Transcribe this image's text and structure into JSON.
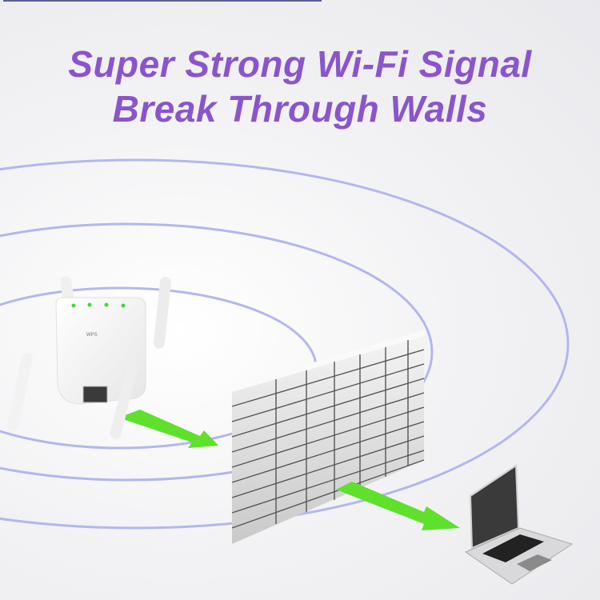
{
  "headline": {
    "line1": "Super Strong Wi-Fi Signal",
    "line2": "Break Through Walls",
    "color": "#8a55cc"
  },
  "scene": {
    "router": {
      "label": "Wi-Fi extender with 4 antennas",
      "led_count": 4,
      "led_color": "#3ddc3d",
      "badge": "WPS"
    },
    "wall": {
      "label": "brick wall"
    },
    "laptop": {
      "label": "laptop"
    },
    "signal_arcs": {
      "count": 3,
      "color": "#a8acec"
    },
    "arrows": {
      "count": 2,
      "color": "#5ee02c"
    }
  }
}
